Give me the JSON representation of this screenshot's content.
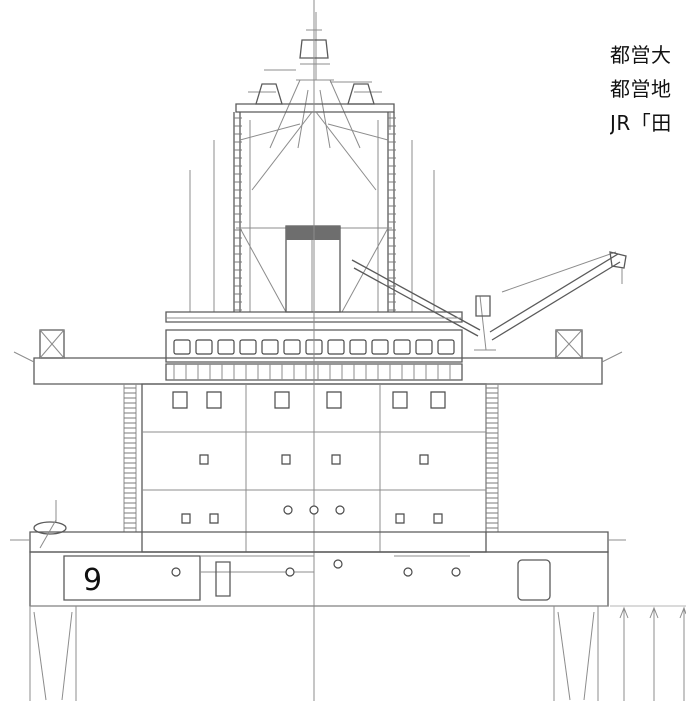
{
  "caption": {
    "lines": [
      "都営大",
      "都営地",
      "JR「田"
    ]
  },
  "deck_label": "9",
  "diagram": {
    "windows_row1": 6,
    "windows_row2": 4,
    "deck_openings": 13
  }
}
